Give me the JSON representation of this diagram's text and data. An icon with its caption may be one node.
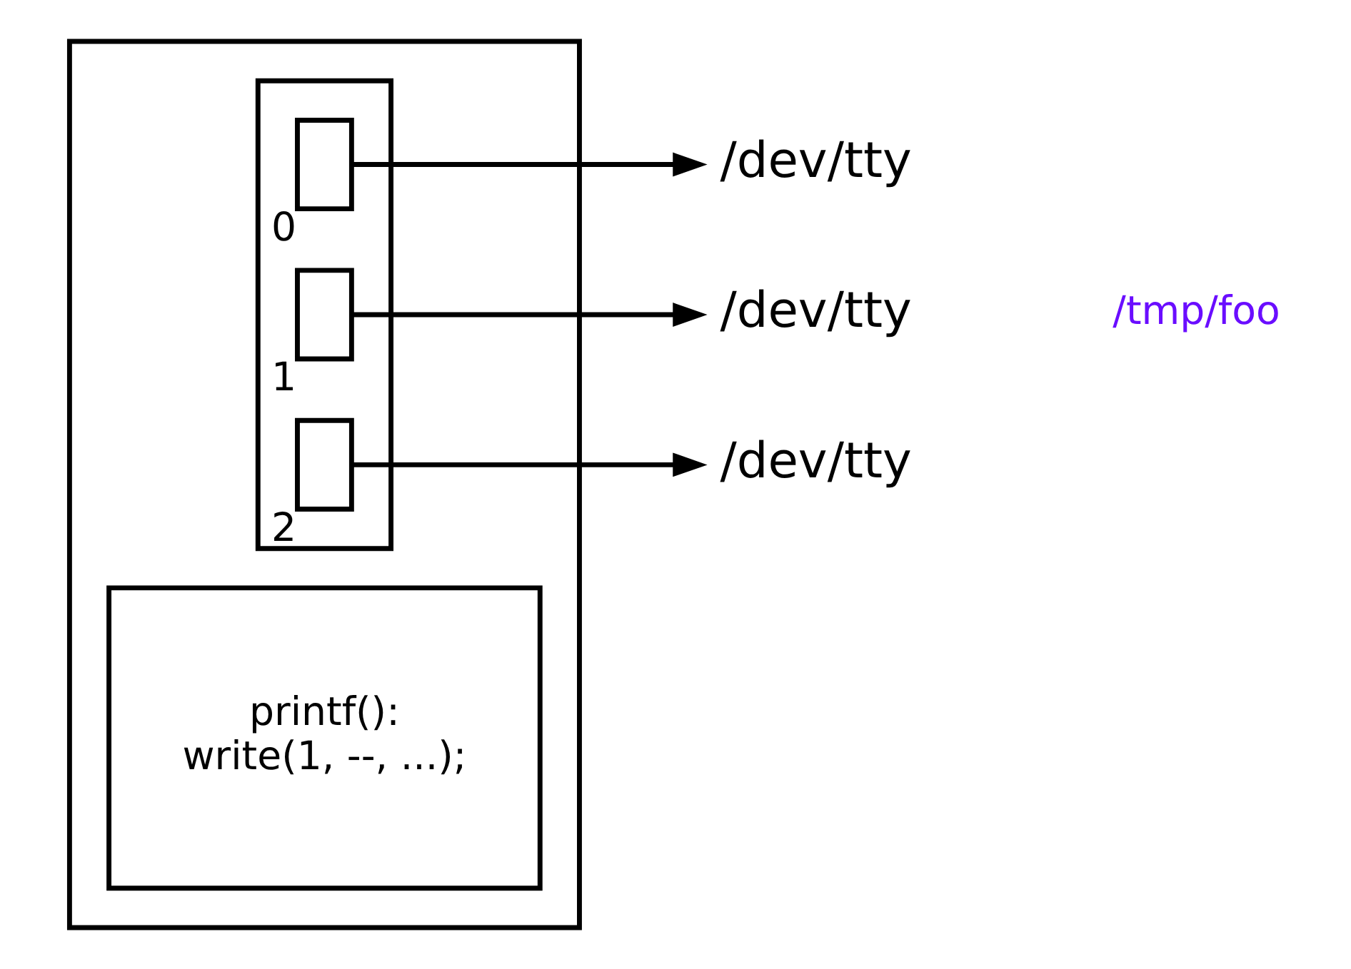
{
  "diagram": {
    "nodes": [
      {
        "text": [],
        "shape": "box"
      },
      {
        "text": [
          "printf():",
          "write(1, --, ...);"
        ],
        "in": 0
      },
      {
        "text": [],
        "shape": "box",
        "in": 0
      },
      {
        "text": [],
        "shape": "box",
        "in": 2,
        "beside": [
          "0"
        ]
      },
      {
        "text": [],
        "shape": "box",
        "in": 2,
        "beside": [
          "1"
        ]
      },
      {
        "text": [],
        "shape": "box",
        "in": 2,
        "beside": [
          "2"
        ]
      },
      {
        "text": [
          "/dev/tty"
        ]
      },
      {
        "text": [
          "/dev/tty"
        ]
      },
      {
        "text": [
          "/dev/tty"
        ]
      },
      {
        "text": [
          "/tmp/foo"
        ]
      }
    ],
    "edges": [
      {
        "from": 3,
        "to": 6,
        "arrow": "to"
      },
      {
        "from": 4,
        "to": 7,
        "arrow": "to"
      },
      {
        "from": 5,
        "to": 8,
        "arrow": "to"
      }
    ]
  }
}
